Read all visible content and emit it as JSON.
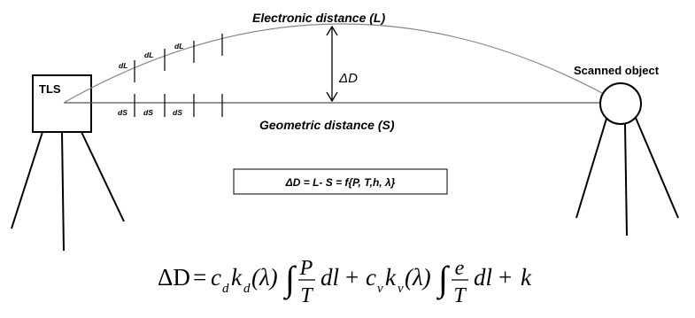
{
  "labels": {
    "tls": "TLS",
    "scanned_object": "Scanned object",
    "electronic_distance": "Electronic distance (L)",
    "geometric_distance": "Geometric distance (S)",
    "delta_d": "ΔD",
    "dl_1": "dL",
    "dl_2": "dL",
    "dl_3": "dL",
    "ds_1": "dS",
    "ds_2": "dS",
    "ds_3": "dS"
  },
  "formula_box": "ΔD = L- S = f{P, T,h, λ}",
  "main_formula": {
    "lhs": "ΔD",
    "eq1": "=",
    "c_d": "c",
    "c_d_sub": "d",
    "k_d": "k",
    "k_d_sub": "d",
    "lambda1": "(λ)",
    "int1": "∫",
    "frac1_num": "P",
    "frac1_den": "T",
    "dl1": "dl",
    "plus1": "+",
    "c_v": "c",
    "c_v_sub": "v",
    "k_v": "k",
    "k_v_sub": "v",
    "lambda2": "(λ)",
    "int2": "∫",
    "frac2_num": "e",
    "frac2_den": "T",
    "dl2": "dl",
    "plus2": "+",
    "k_const": "k"
  },
  "colors": {
    "stroke": "#000000",
    "curve": "#888888",
    "text": "#000000"
  }
}
